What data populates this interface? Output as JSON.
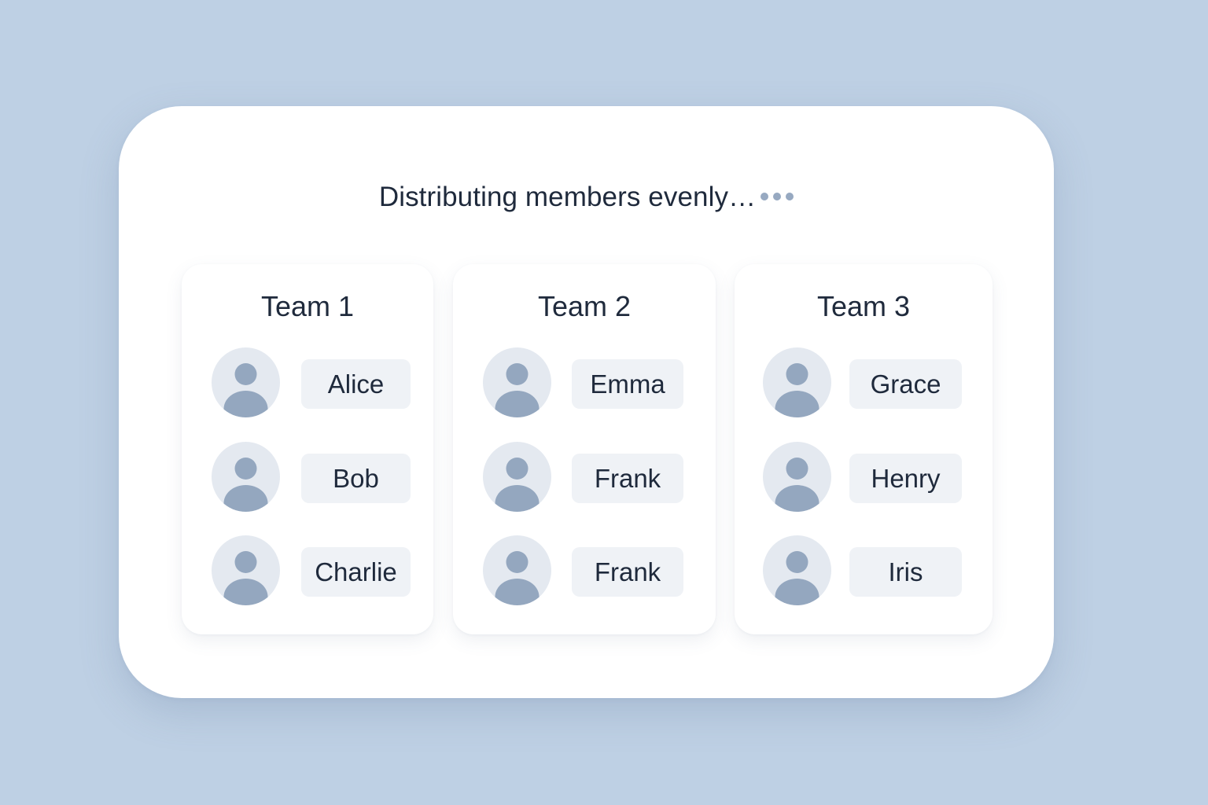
{
  "status": {
    "text": "Distributing members evenly…",
    "loading_dot_count": 3
  },
  "colors": {
    "background": "#bed0e4",
    "card": "#ffffff",
    "text": "#1f2a3c",
    "avatar_bg": "#e4e9f0",
    "avatar_figure": "#94a7bf",
    "pill_bg": "#eff2f6"
  },
  "teams": [
    {
      "title": "Team 1",
      "members": [
        {
          "name": "Alice",
          "icon": "user-avatar-icon"
        },
        {
          "name": "Bob",
          "icon": "user-avatar-icon"
        },
        {
          "name": "Charlie",
          "icon": "user-avatar-icon"
        }
      ]
    },
    {
      "title": "Team 2",
      "members": [
        {
          "name": "Emma",
          "icon": "user-avatar-icon"
        },
        {
          "name": "Frank",
          "icon": "user-avatar-icon"
        },
        {
          "name": "Frank",
          "icon": "user-avatar-icon"
        }
      ]
    },
    {
      "title": "Team 3",
      "members": [
        {
          "name": "Grace",
          "icon": "user-avatar-icon"
        },
        {
          "name": "Henry",
          "icon": "user-avatar-icon"
        },
        {
          "name": "Iris",
          "icon": "user-avatar-icon"
        }
      ]
    }
  ]
}
